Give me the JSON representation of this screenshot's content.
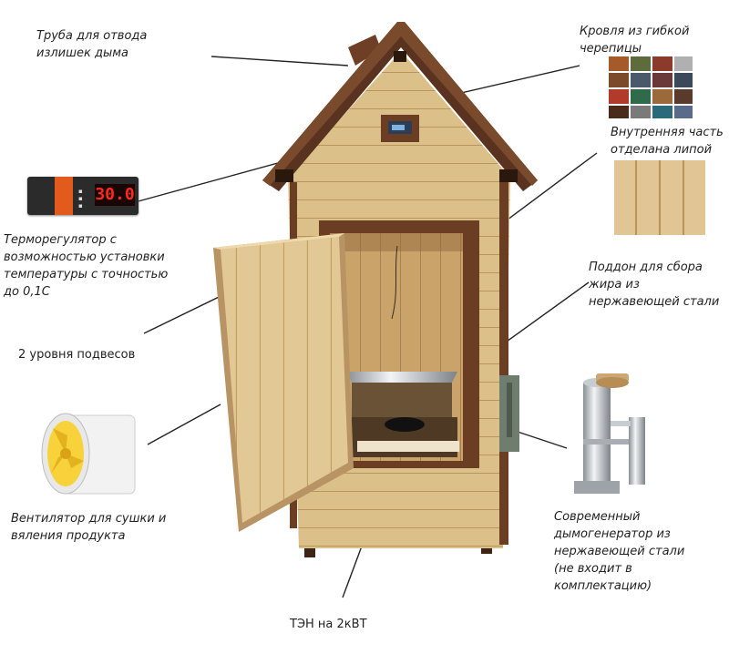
{
  "labels": {
    "chimney": "Труба для отвода\nизлишек дыма",
    "roofing": "Кровля из гибкой\nчерепицы",
    "interior": "Внутренняя часть\nотделана липой",
    "thermostat": "Терморегулятор с\nвозможностью установки\nтемпературы с точностью\nдо 0,1С",
    "tray": "Поддон для сбора\nжира из\nнержавеющей стали",
    "hangers": "2 уровня подвесов",
    "fan": "Вентилятор для сушки и\nвяления продукта",
    "generator": "Современный\nдымогенератор из\nнержавеющей стали\n(не входит в\nкомплектацию)",
    "heater": "ТЭН на 2кВТ"
  },
  "thermostat_display": "30.0",
  "colors": {
    "wood": "#dcc08a",
    "trim": "#6b3d22",
    "roof": "#5a3320",
    "thermostat_clip": "#e25a1c",
    "display_red": "#ff2a1a"
  }
}
